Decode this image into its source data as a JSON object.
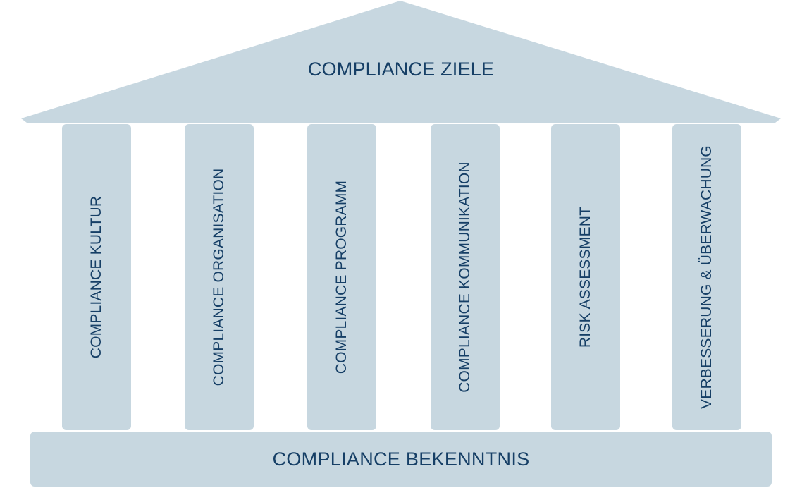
{
  "colors": {
    "fill": "#c7d7e0",
    "text": "#163f66",
    "background": "#ffffff"
  },
  "roof": {
    "title": "COMPLIANCE ZIELE"
  },
  "pillars": [
    {
      "label": "COMPLIANCE KULTUR"
    },
    {
      "label": "COMPLIANCE ORGANISATION"
    },
    {
      "label": "COMPLIANCE PROGRAMM"
    },
    {
      "label": "COMPLIANCE KOMMUNIKATION"
    },
    {
      "label": "RISK ASSESSMENT"
    },
    {
      "label": "VERBESSERUNG & ÜBERWACHUNG"
    }
  ],
  "base": {
    "label": "COMPLIANCE BEKENNTNIS"
  }
}
